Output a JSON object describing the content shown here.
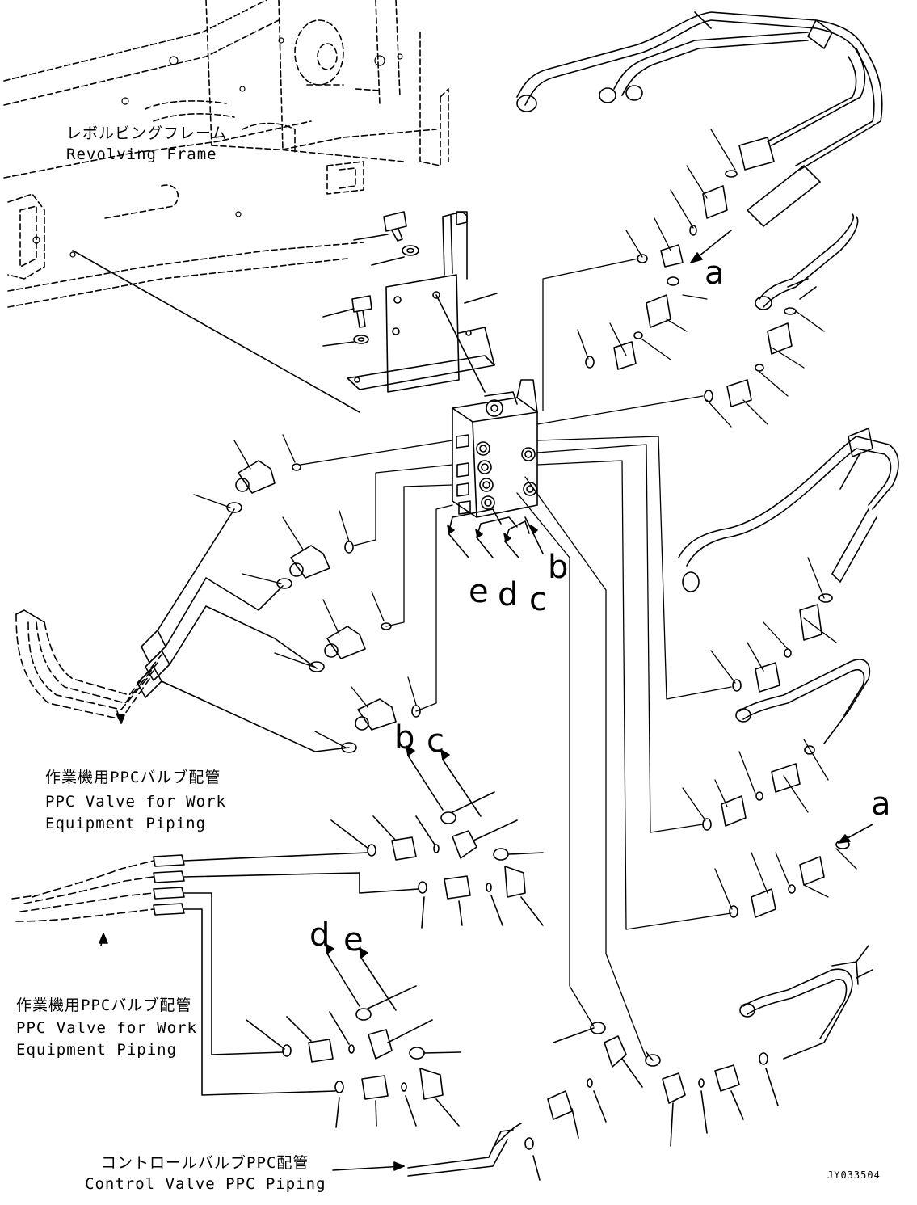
{
  "labels": {
    "revolving_frame_jp": "レボルビングフレーム",
    "revolving_frame_en": "Revolving Frame",
    "ppc_work_upper_jp": "作業機用PPCバルブ配管",
    "ppc_work_upper_en1": "PPC Valve for Work",
    "ppc_work_upper_en2": "Equipment Piping",
    "ppc_work_lower_jp": "作業機用PPCバルブ配管",
    "ppc_work_lower_en1": "PPC Valve for Work",
    "ppc_work_lower_en2": "Equipment Piping",
    "control_valve_jp": "コントロールバルブPPC配管",
    "control_valve_en": "Control Valve PPC Piping",
    "drawing_code": "JY033504"
  },
  "port_letters": {
    "a_upper": "a",
    "a_right": "a",
    "b_block": "b",
    "c_block": "c",
    "d_block": "d",
    "e_block": "e",
    "b_lower": "b",
    "c_lower": "c",
    "d_lower": "d",
    "e_lower": "e"
  }
}
